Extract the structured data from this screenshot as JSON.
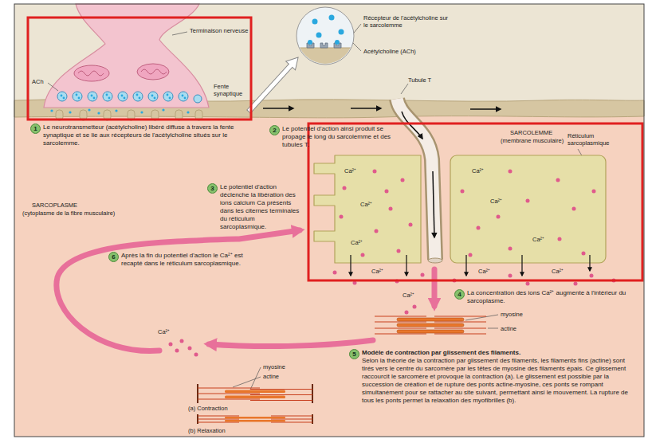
{
  "diagram": {
    "nodes": [
      {
        "text": [
          "1",
          "Le neurotransmetteur (acétylcholine) libéré diffuse à travers la fente synaptique et se lie aux récepteurs de l'acétylcholine situés sur le sarcolemme."
        ]
      },
      {
        "text": [
          "2",
          "Le potentiel d'action ainsi produit se propage le long du sarcolemme et des tubules T."
        ]
      },
      {
        "text": [
          "3",
          "Le potentiel d'action déclenche la libération des ions calcium Ca présents dans les citernes terminales du réticulum sarcoplasmique."
        ]
      },
      {
        "text": [
          "4",
          "La concentration des ions Ca²⁺ augmente à l'intérieur du sarcoplasme."
        ]
      },
      {
        "text": [
          "5",
          "Modèle de contraction par glissement des filaments.",
          "Selon la théorie de la contraction par glissement des filaments, les filaments fins (actine) sont tirés vers le centre du sarcomère par les têtes de myosine des filaments épais. Ce glissement raccourcit le sarcomère et provoque la contraction (a). Le glissement est possible par la succession de création et de rupture des ponts actine-myosine, ces ponts se rompant simultanément pour se rattacher au site suivant, permettant ainsi le mouvement. La rupture de tous les ponts permet la relaxation des myofibrilles (b)."
        ]
      },
      {
        "text": [
          "6",
          "Après la fin du potentiel d'action le Ca²⁺ est recapté dans le réticulum sarcoplasmique."
        ]
      }
    ],
    "labels": [
      "Terminaison nerveuse",
      "Fente synaptique",
      "ACh",
      "Récepteur de l'acétylcholine sur le sarcolemme",
      "Acétylcholine (ACh)",
      "Tubule T",
      "SARCOLEMME",
      "(membrane musculaire)",
      "Réticulum sarcoplasmique",
      "SARCOPLASME",
      "(cytoplasme de la fibre musculaire)",
      "Ca²⁺",
      "Ca²⁺",
      "Ca²⁺",
      "Ca²⁺",
      "Ca²⁺",
      "Ca²⁺",
      "Ca²⁺",
      "Ca²⁺",
      "Ca²⁺",
      "Ca²⁺",
      "Ca²⁺",
      "myosine",
      "actine",
      "myosine",
      "actine",
      "(a) Contraction",
      "(b) Relaxation"
    ]
  }
}
